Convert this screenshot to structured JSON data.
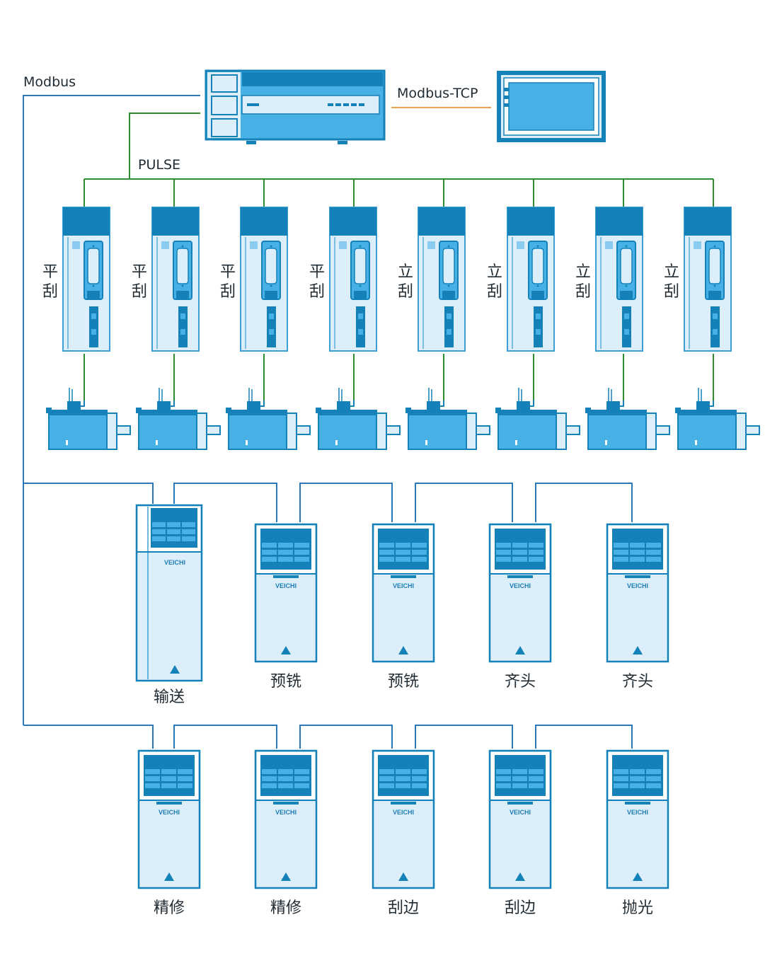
{
  "bus_labels": {
    "modbus": "Modbus",
    "modbus_tcp": "Modbus-TCP",
    "pulse": "PULSE"
  },
  "servo_drives": [
    {
      "label_top": "平",
      "label_bottom": "刮"
    },
    {
      "label_top": "平",
      "label_bottom": "刮"
    },
    {
      "label_top": "平",
      "label_bottom": "刮"
    },
    {
      "label_top": "平",
      "label_bottom": "刮"
    },
    {
      "label_top": "立",
      "label_bottom": "刮"
    },
    {
      "label_top": "立",
      "label_bottom": "刮"
    },
    {
      "label_top": "立",
      "label_bottom": "刮"
    },
    {
      "label_top": "立",
      "label_bottom": "刮"
    }
  ],
  "inverters_row1": [
    {
      "brand": "VEICHI",
      "label": "输送"
    },
    {
      "brand": "VEICHI",
      "label": "预铣"
    },
    {
      "brand": "VEICHI",
      "label": "预铣"
    },
    {
      "brand": "VEICHI",
      "label": "齐头"
    },
    {
      "brand": "VEICHI",
      "label": "齐头"
    }
  ],
  "inverters_row2": [
    {
      "brand": "VEICHI",
      "label": "精修"
    },
    {
      "brand": "VEICHI",
      "label": "精修"
    },
    {
      "brand": "VEICHI",
      "label": "刮边"
    },
    {
      "brand": "VEICHI",
      "label": "刮边"
    },
    {
      "brand": "VEICHI",
      "label": "抛光"
    }
  ],
  "colors": {
    "device_dark": "#1482b8",
    "device_mid": "#47b0e5",
    "device_light": "#dbeef9",
    "outline": "#3a9fd6",
    "modbus_line": "#2a78b8",
    "pulse_line": "#2e8b2e",
    "tcp_line": "#f0a050"
  }
}
